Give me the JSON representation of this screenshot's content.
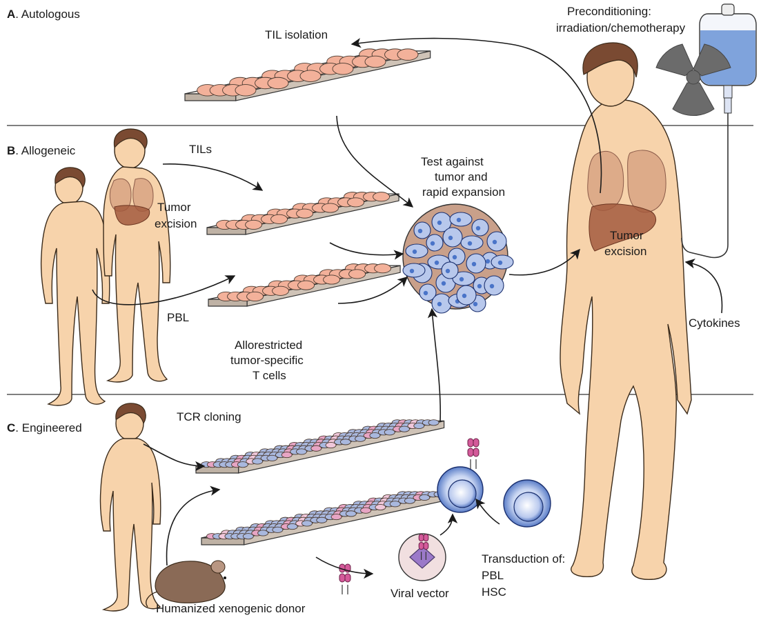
{
  "sections": {
    "a": {
      "letter": "A",
      "name": ". Autologous"
    },
    "b": {
      "letter": "B",
      "name": ". Allogeneic"
    },
    "c": {
      "letter": "C",
      "name": ". Engineered"
    }
  },
  "labels": {
    "til_isolation": "TIL isolation",
    "preconditioning_1": "Preconditioning:",
    "preconditioning_2": "irradiation/chemotherapy",
    "tils": "TILs",
    "tumor_excision_b_1": "Tumor",
    "tumor_excision_b_2": "excision",
    "pbl_b": "PBL",
    "allorestricted_1": "Allorestricted",
    "allorestricted_2": "tumor-specific",
    "allorestricted_3": "T cells",
    "test_1": "Test against",
    "test_2": "tumor and",
    "test_3": "rapid expansion",
    "tumor_excision_a_1": "Tumor",
    "tumor_excision_a_2": "excision",
    "cytokines": "Cytokines",
    "tcr_cloning": "TCR cloning",
    "viral_vector": "Viral vector",
    "transduction": "Transduction of:",
    "pbl_c": "PBL",
    "hsc_c": "HSC",
    "humanized": "Humanized xenogenic donor"
  },
  "colors": {
    "skin": "#f7d3ab",
    "well_orange": "#f3b19a",
    "well_blue": "#a9b8de",
    "well_pink": "#e7a5c4",
    "cell_blue": "#4a74c8",
    "iv_fluid": "#7fa3dc",
    "radiation": "#6b6b6b",
    "tcr": "#d45a9a"
  }
}
